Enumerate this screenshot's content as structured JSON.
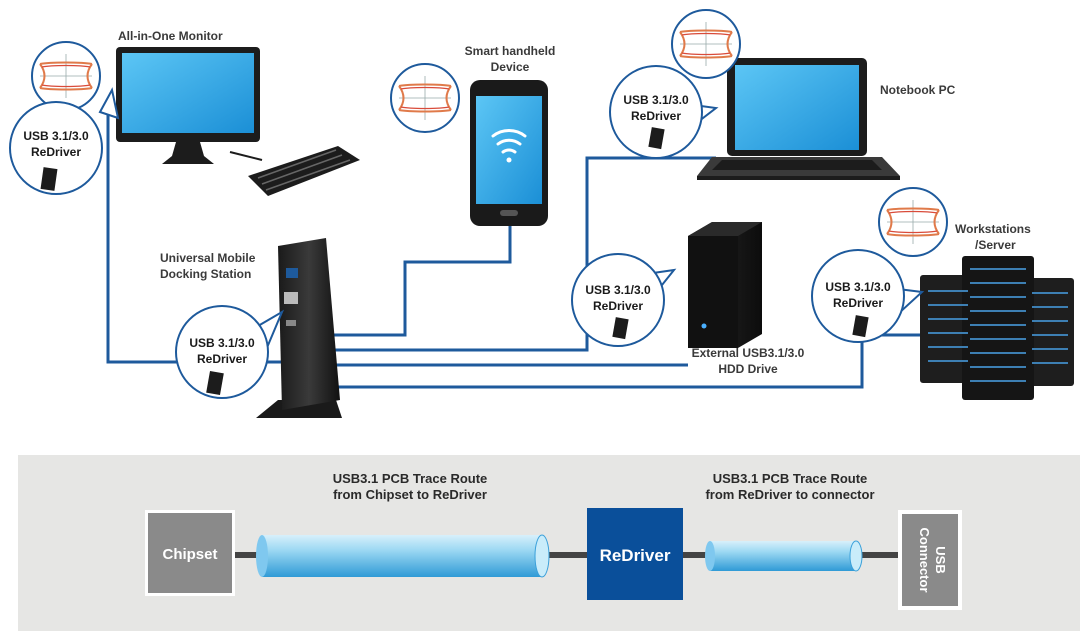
{
  "devices": {
    "monitor": {
      "label": "All-in-One Monitor"
    },
    "phone": {
      "label_line1": "Smart handheld",
      "label_line2": "Device"
    },
    "notebook": {
      "label": "Notebook PC"
    },
    "dock": {
      "label_line1": "Universal Mobile",
      "label_line2": "Docking Station"
    },
    "hdd": {
      "label_line1": "External USB3.1/3.0",
      "label_line2": "HDD Drive"
    },
    "server": {
      "label_line1": "Workstations",
      "label_line2": "/Server"
    }
  },
  "redriver_bubble": {
    "line1": "USB 3.1/3.0",
    "line2": "ReDriver"
  },
  "trace_panel": {
    "route1_line1": "USB3.1 PCB Trace Route",
    "route1_line2": "from Chipset to ReDriver",
    "route2_line1": "USB3.1 PCB Trace Route",
    "route2_line2": "from ReDriver to connector",
    "chipset": "Chipset",
    "redriver": "ReDriver",
    "connector_line1": "USB",
    "connector_line2": "Connector"
  },
  "colors": {
    "cable": "#1e5a9c",
    "redriver_box": "#0a4f9a",
    "chipset_box": "#8a8a8a",
    "panel_bg": "#e6e6e4",
    "screen": "#2aa6e6"
  }
}
